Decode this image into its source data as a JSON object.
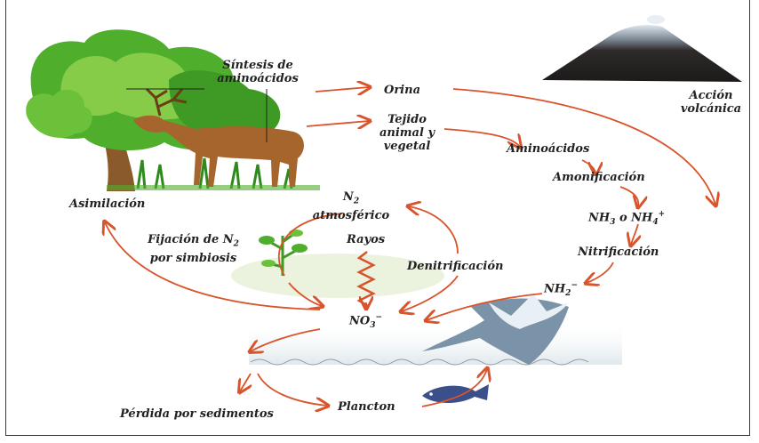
{
  "labels": {
    "sintesis_line1": "Síntesis de",
    "sintesis_line2": "aminoácidos",
    "orina": "Orina",
    "accion_line1": "Acción",
    "accion_line2": "volcánica",
    "tejido_line1": "Tejido",
    "tejido_line2": "animal y",
    "tejido_line3": "vegetal",
    "aminoacidos": "Aminoácidos",
    "amonificacion": "Amonificación",
    "nh3_a": "NH",
    "nh3_sub": "3",
    "nh3_b": " o NH",
    "nh3_sub2": "4",
    "nh3_sup": "+",
    "asimilacion": "Asimilación",
    "n2_a": "N",
    "n2_sub": "2",
    "atmosferico": "atmosférico",
    "fijacion_line1_a": "Fijación de N",
    "fijacion_line1_sub": "2",
    "fijacion_line2": "por simbiosis",
    "rayos": "Rayos",
    "denitrificacion": "Denitrificación",
    "nitrificacion": "Nitrificación",
    "nh2_a": "NH",
    "nh2_sub": "2",
    "nh2_sup": "−",
    "no3_a": "NO",
    "no3_sub": "3",
    "no3_sup": "−",
    "perdida": "Pérdida por sedimentos",
    "plancton": "Plancton"
  },
  "colors": {
    "arrow": "#d9532b",
    "foliage": "#4fae2c",
    "foliage_light": "#8fd14f",
    "trunk": "#8a5a2b",
    "deer": "#a5652c",
    "volcano": "#2e2a2a",
    "water": "#dfe8ec",
    "bird": "#7b93a8",
    "fish": "#3b4f8a"
  },
  "icons": [
    "tree-illustration",
    "deer-illustration",
    "volcano-illustration",
    "plant-illustration",
    "bird-illustration",
    "fish-illustration",
    "lightning-icon"
  ]
}
